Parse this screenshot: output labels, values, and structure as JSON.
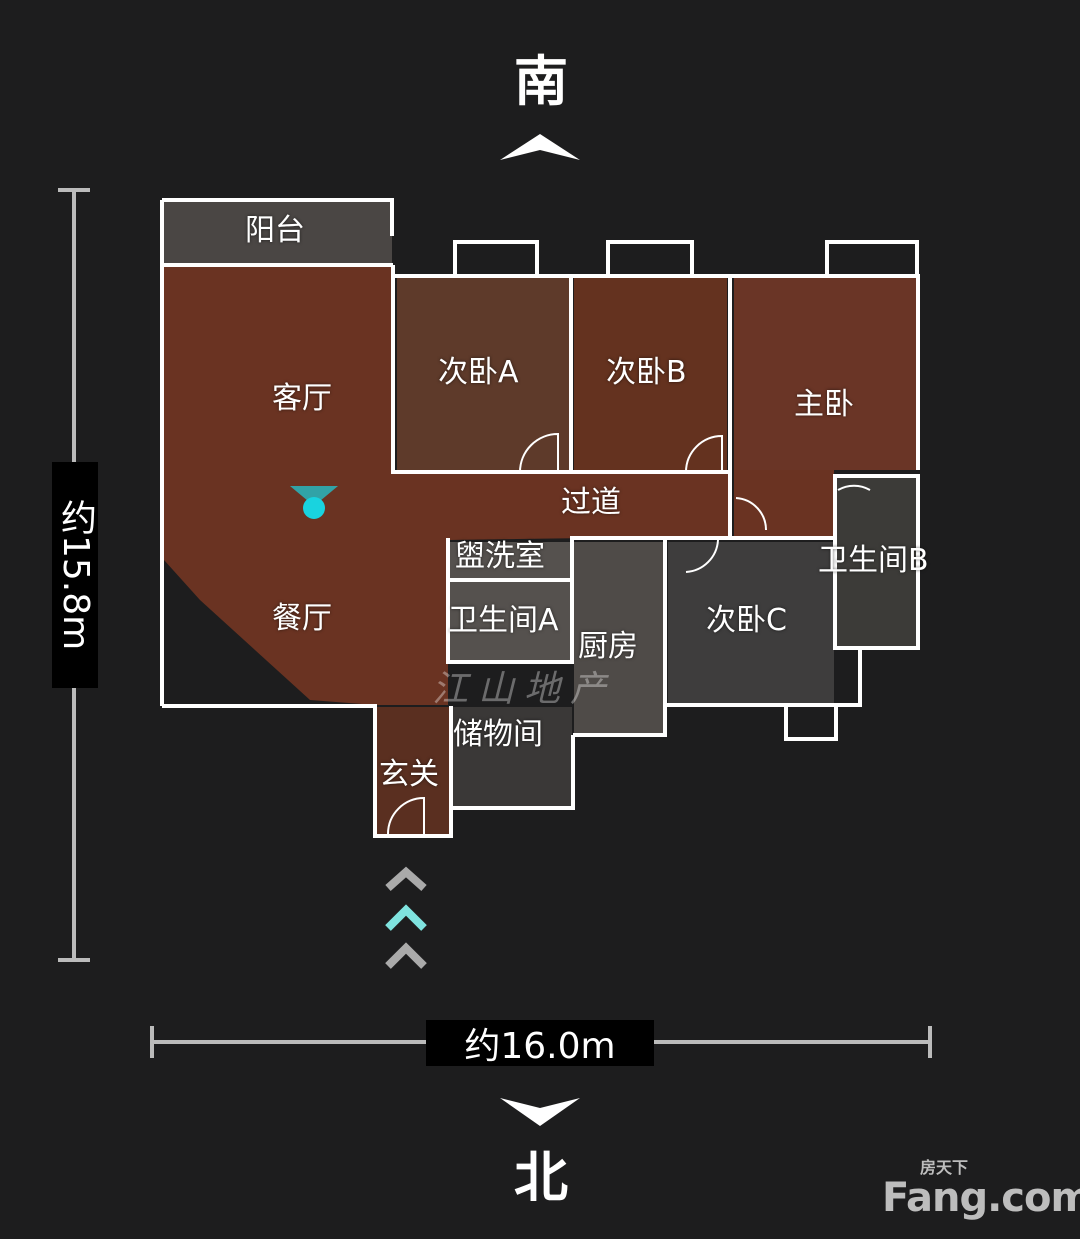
{
  "compass": {
    "top": "南",
    "bottom": "北"
  },
  "dimensions": {
    "height": "约15.8m",
    "width": "约16.0m"
  },
  "rooms": {
    "balcony": "阳台",
    "living_room": "客厅",
    "dining_room": "餐厅",
    "bedroom_a": "次卧A",
    "bedroom_b": "次卧B",
    "master_bedroom": "主卧",
    "corridor": "过道",
    "washroom": "盥洗室",
    "bathroom_a": "卫生间A",
    "bathroom_b": "卫生间B",
    "kitchen": "厨房",
    "bedroom_c": "次卧C",
    "storage": "储物间",
    "entrance": "玄关"
  },
  "watermark": "江山地产",
  "logo": {
    "cn": "房天下",
    "en": "Fang.com"
  },
  "colors": {
    "floor": "#6a3322",
    "wall": "#ffffff",
    "marker": "#19d3df",
    "background": "#1d1d1e"
  }
}
